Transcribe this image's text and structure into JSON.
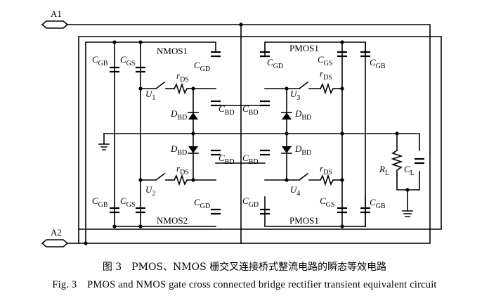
{
  "terminals": {
    "a1": "A1",
    "a2": "A2"
  },
  "blocks": {
    "nmos_top": "NMOS1",
    "nmos_bottom": "NMOS2",
    "pmos_top": "PMOS1",
    "pmos_bottom": "PMOS1"
  },
  "components": {
    "c": "C",
    "gb": "GB",
    "gs": "GS",
    "gd": "GD",
    "bd": "BD",
    "d": "D",
    "r": "r",
    "ds": "DS",
    "u": "U",
    "u1": "1",
    "u2": "2",
    "u3": "3",
    "u4": "4",
    "rl_r": "R",
    "l": "L"
  },
  "caption": {
    "cn": "图 3　PMOS、NMOS 栅交叉连接桥式整流电路的瞬态等效电路",
    "en": "Fig. 3　PMOS and NMOS gate cross connected bridge rectifier transient equivalent circuit"
  }
}
